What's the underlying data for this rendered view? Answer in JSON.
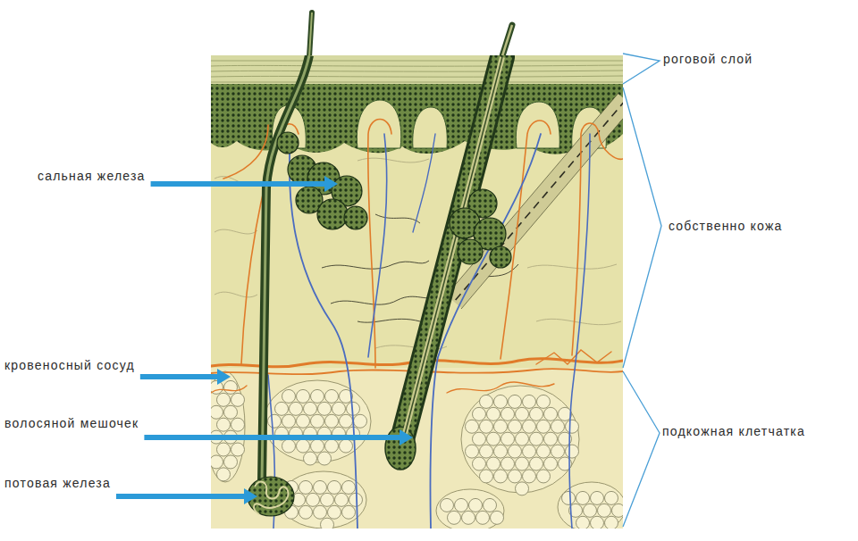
{
  "diagram": {
    "labels": [
      "роговой слой",
      "сальная железа",
      "собственно кожа",
      "кровеносный сосуд",
      "волосяной мешочек",
      "подкожная клетчатка",
      "потовая железа"
    ]
  }
}
